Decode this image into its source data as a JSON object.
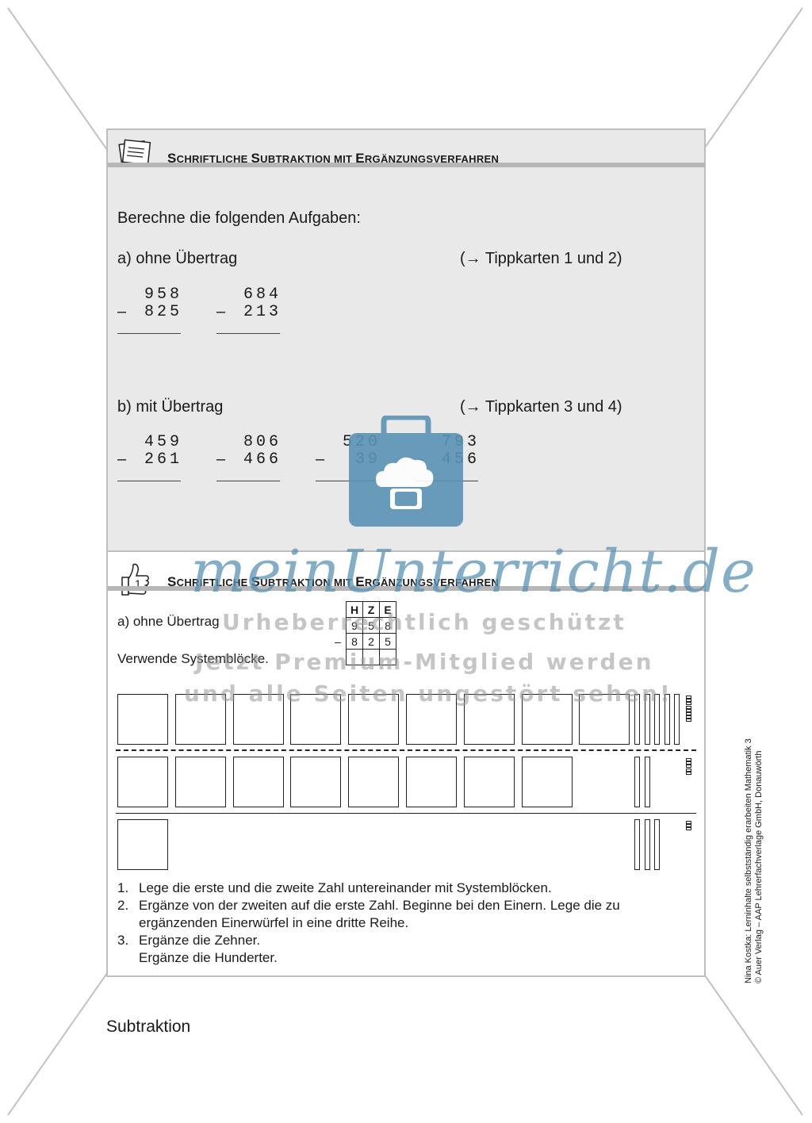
{
  "section1": {
    "title_parts": [
      {
        "big": "S",
        "small": "CHRIFTLICHE "
      },
      {
        "big": "S",
        "small": "UBTRAKTION MIT "
      },
      {
        "big": "E",
        "small": "RGÄNZUNGSVERFAHREN"
      }
    ],
    "instruction": "Berechne die folgenden Aufgaben:",
    "part_a": {
      "label": "a)  ohne Übertrag",
      "hint": "(→ Tippkarten 1 und 2)",
      "problems": [
        {
          "top": "958",
          "bottom": "825"
        },
        {
          "top": "684",
          "bottom": "213"
        }
      ]
    },
    "part_b": {
      "label": "b) mit Übertrag",
      "hint": "(→ Tippkarten 3 und 4)",
      "problems": [
        {
          "top": "459",
          "bottom": "261"
        },
        {
          "top": "806",
          "bottom": "466"
        },
        {
          "top": "520",
          "bottom": "39"
        },
        {
          "top": "793",
          "bottom": "456"
        }
      ]
    },
    "minus": "–"
  },
  "section2": {
    "card_number": "1",
    "title_parts": [
      {
        "big": "S",
        "small": "CHRIFTLICHE "
      },
      {
        "big": "S",
        "small": "UBTRAKTION MIT "
      },
      {
        "big": "E",
        "small": "RGÄNZUNGSVERFAHREN"
      }
    ],
    "part_a": "a)  ohne Übertrag",
    "systemblocks_label": "Verwende Systemblöcke.",
    "hze_table": {
      "headers": [
        "H",
        "Z",
        "E"
      ],
      "rows": [
        [
          "",
          "9",
          "5",
          "8"
        ],
        [
          "–",
          "8",
          "2",
          "5"
        ],
        [
          "",
          "",
          "",
          ""
        ]
      ]
    },
    "steps": [
      {
        "num": "1.",
        "lines": [
          "Lege die erste und die zweite Zahl untereinander mit Systemblöcken."
        ]
      },
      {
        "num": "2.",
        "lines": [
          "Ergänze von der zweiten auf die erste Zahl. Beginne bei den Einern. Lege die zu",
          "ergänzenden Einerwürfel in eine dritte Reihe."
        ]
      },
      {
        "num": "3.",
        "lines": [
          "Ergänze die Zehner.",
          "Ergänze die Hunderter."
        ]
      }
    ]
  },
  "footer": {
    "topic": "Subtraktion"
  },
  "side_credit": {
    "line1": "Nina Kostka: Lerninhalte selbstständig erarbeiten Mathematik 3",
    "line2": "© Auer Verlag – AAP Lehrerfachverlage GmbH, Donauwörth"
  },
  "watermark": {
    "brand": "meinUnterricht.de",
    "line1": "Urheberrechtlich geschützt",
    "line2": "Jetzt Premium-Mitglied werden",
    "line3": "und alle Seiten ungestört sehen!",
    "brand_color": "#5b93b4"
  },
  "blocks": {
    "row1": {
      "hundreds": 9,
      "tens": 5,
      "ones": 8
    },
    "row2": {
      "hundreds": 8,
      "tens": 2,
      "ones": 5
    },
    "row3": {
      "hundreds": 1,
      "tens": 3,
      "ones": 3
    }
  }
}
